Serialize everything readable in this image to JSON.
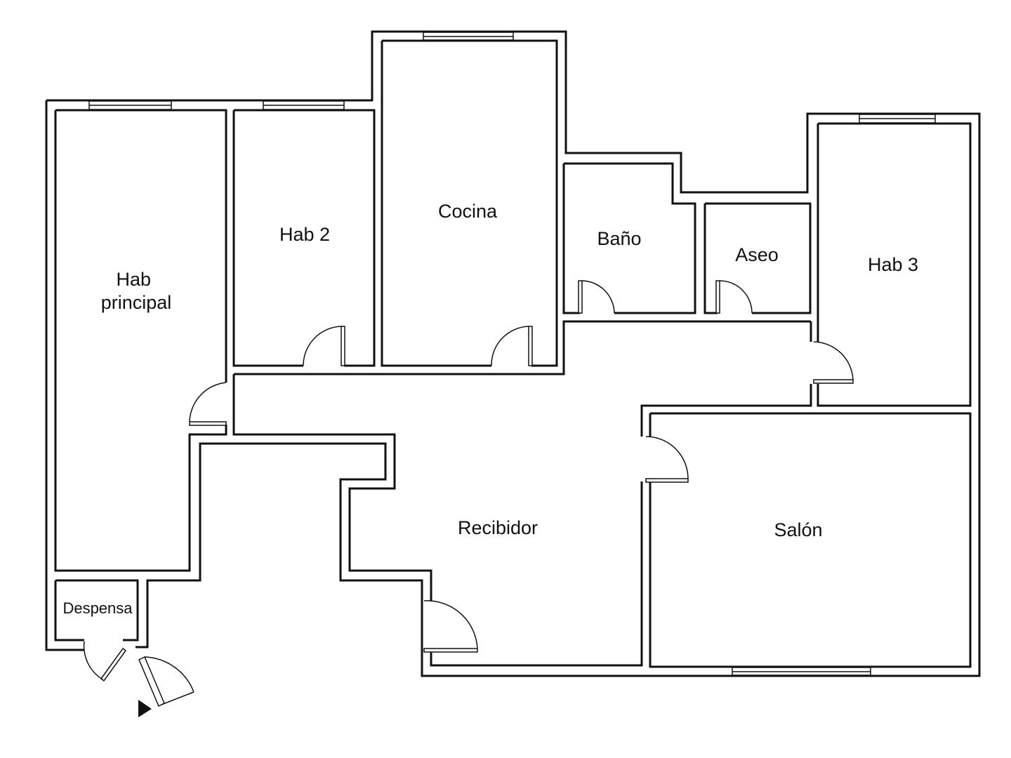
{
  "plan": {
    "rooms": [
      {
        "id": "hab-principal",
        "lines": [
          "Hab",
          "principal"
        ]
      },
      {
        "id": "hab-2",
        "lines": [
          "Hab 2"
        ]
      },
      {
        "id": "cocina",
        "lines": [
          "Cocina"
        ]
      },
      {
        "id": "bano",
        "lines": [
          "Baño"
        ]
      },
      {
        "id": "aseo",
        "lines": [
          "Aseo"
        ]
      },
      {
        "id": "hab-3",
        "lines": [
          "Hab 3"
        ]
      },
      {
        "id": "recibidor",
        "lines": [
          "Recibidor"
        ]
      },
      {
        "id": "salon",
        "lines": [
          "Salón"
        ]
      },
      {
        "id": "despensa",
        "lines": [
          "Despensa"
        ]
      }
    ]
  }
}
